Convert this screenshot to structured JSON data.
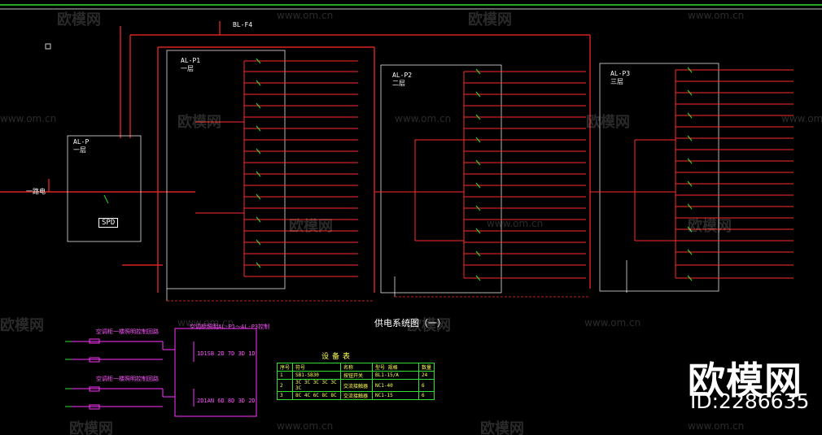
{
  "drawing": {
    "title": "供电系统图（一）",
    "panels": [
      {
        "name": "AL-P1",
        "sub": "一层"
      },
      {
        "name": "AL-P2",
        "sub": "二层"
      },
      {
        "name": "AL-P3",
        "sub": "三层"
      },
      {
        "name": "AL-P",
        "sub": "一层"
      }
    ],
    "top_feeder_label": "BL-F4",
    "spd_label": "SPD",
    "incoming_label": "一路电"
  },
  "equipment_table": {
    "title": "设备表",
    "headers": [
      "序号",
      "符号",
      "名称",
      "型号 规格",
      "数量"
    ],
    "rows": [
      [
        "1",
        "SB1-SB30",
        "按钮开关",
        "BL1-15/A",
        "24"
      ],
      [
        "2",
        "3C 3C 3C 3C 3C 3C",
        "交流接触器",
        "NC1-40",
        "6"
      ],
      [
        "3",
        "8C 4C 6C 8C 8C",
        "交流接触器",
        "NC1-15",
        "6"
      ]
    ]
  },
  "control_diagram": {
    "label_a": "空调柜一楼照明控制回路",
    "label_b": "空调柜一楼照明控制回路",
    "header_label": "空调柜照明AL-P1～AL-P3控制",
    "block_a": "1D1SB 2D 7D 3D 1D",
    "block_b": "2D1AN 6D 8D 3D 2D"
  },
  "watermark": {
    "brand": "欧模网",
    "url": "www.om.cn",
    "id_text": "ID:2286635"
  },
  "colors": {
    "wire": "#ff2a2a",
    "frame": "#ffffff",
    "accent_green": "#33dd33",
    "control": "#ff33ff"
  }
}
